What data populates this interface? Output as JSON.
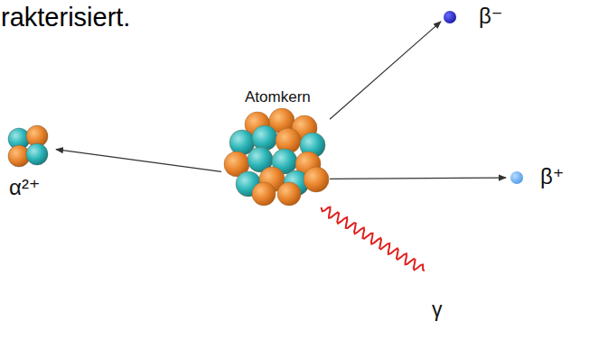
{
  "diagram": {
    "nodes": [
      {
        "text": [
          "Atomkern"
        ]
      },
      {
        "text": [
          "α²⁺"
        ]
      },
      {
        "text": [
          "β⁻"
        ]
      },
      {
        "text": [
          "β⁺"
        ]
      },
      {
        "text": [
          "γ"
        ]
      }
    ],
    "edges": [
      {
        "from": 0,
        "to": 1,
        "arrow": "to"
      },
      {
        "from": 0,
        "to": 2,
        "arrow": "to"
      },
      {
        "from": 0,
        "to": 3,
        "arrow": "to"
      },
      {
        "from": 0,
        "to": 4,
        "arrow": "none"
      }
    ],
    "labels": [
      "rakterisiert."
    ]
  }
}
